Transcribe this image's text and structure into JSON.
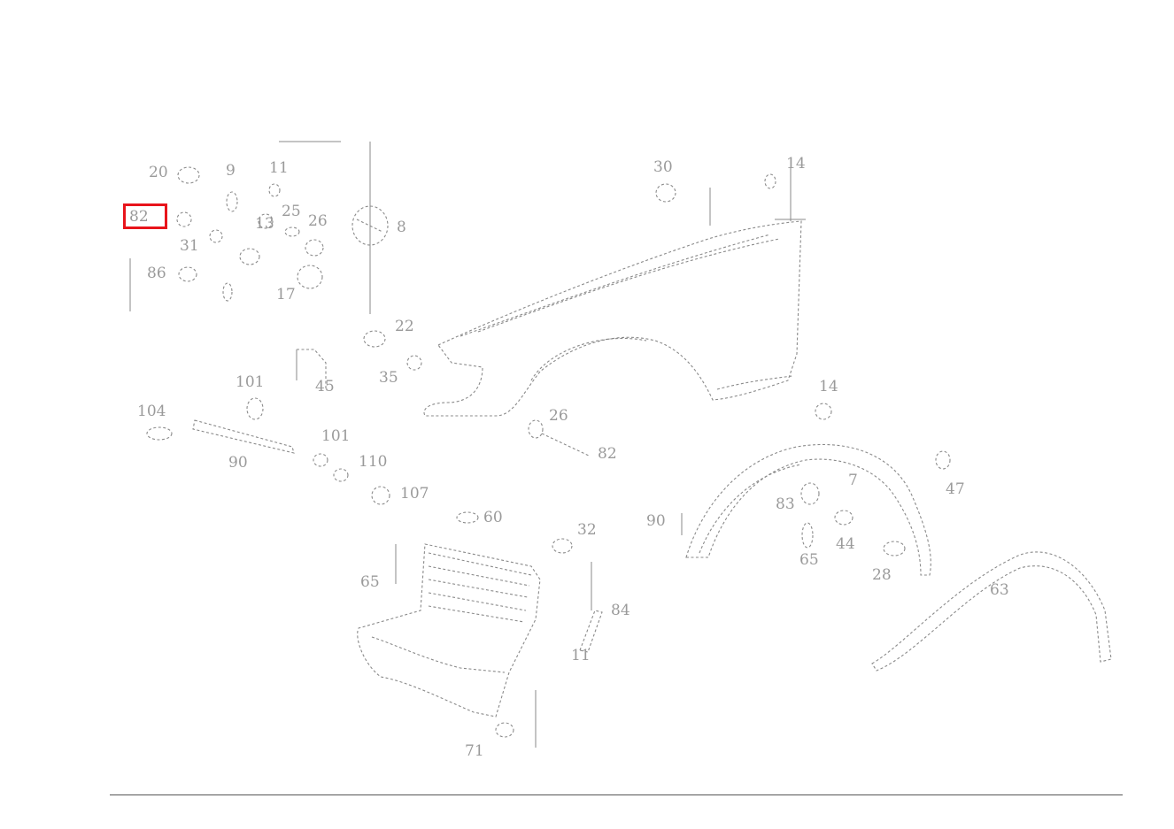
{
  "diagram": {
    "highlight": {
      "label": "82",
      "color": "#e8141b"
    },
    "callouts": [
      "20",
      "9",
      "11",
      "13",
      "25",
      "26",
      "82",
      "31",
      "86",
      "8",
      "17",
      "30",
      "14",
      "22",
      "45",
      "101",
      "104",
      "90",
      "101",
      "110",
      "107",
      "82",
      "35",
      "26",
      "14",
      "71",
      "65",
      "11",
      "84",
      "60",
      "32",
      "90",
      "7",
      "83",
      "65",
      "44",
      "28",
      "47",
      "63"
    ],
    "colors": {
      "line_art": "#8a8a8a",
      "label_text": "#9a9a9a",
      "footer_rule": "#555555"
    }
  }
}
